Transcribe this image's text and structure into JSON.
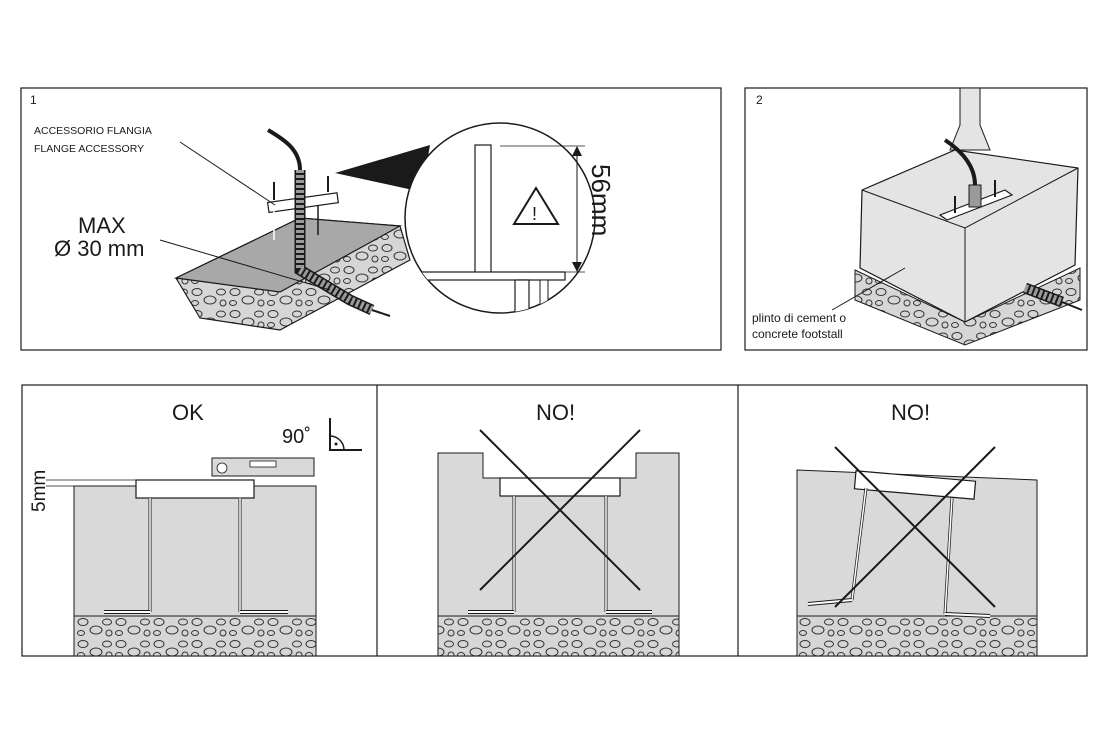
{
  "panel1": {
    "number": "1",
    "accessory_it": "ACCESSORIO FLANGIA",
    "accessory_en": "FLANGE ACCESSORY",
    "max_line1": "MAX",
    "max_line2": "Ø 30 mm",
    "dimension": "56mm",
    "warning_symbol": "!"
  },
  "panel2": {
    "number": "2",
    "footstall_line1": "plinto di cement o",
    "footstall_line2": "concrete footstall"
  },
  "panel_ok": {
    "title": "OK",
    "angle": "90˚",
    "gap": "5mm"
  },
  "panel_no1": {
    "title": "NO!"
  },
  "panel_no2": {
    "title": "NO!"
  },
  "colors": {
    "line": "#1a1a1a",
    "ground": "#d9d9d9",
    "concrete": "#e4e4e4",
    "slab": "#a8a8a8",
    "white": "#ffffff"
  }
}
